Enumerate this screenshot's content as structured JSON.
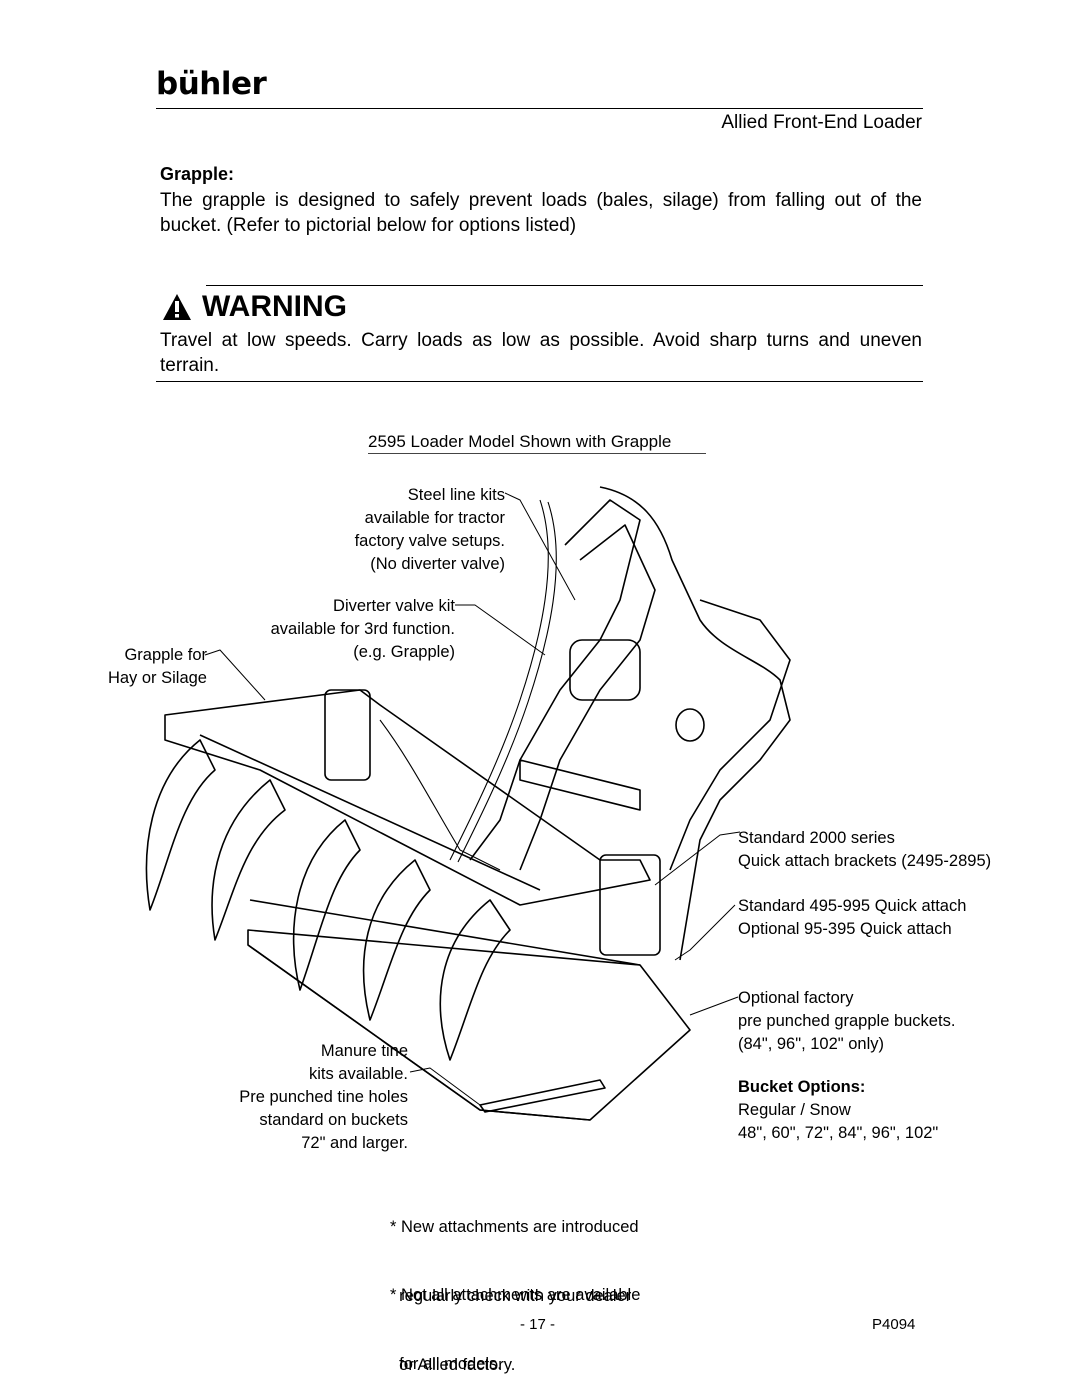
{
  "header": {
    "logo_text": "bühler",
    "subtitle": "Allied Front-End Loader"
  },
  "section": {
    "title": "Grapple:",
    "body": "The grapple is designed to safely prevent loads (bales, silage) from falling out of the bucket.  (Refer to pictorial below for options listed)"
  },
  "warning": {
    "icon": "warning-triangle-icon",
    "title": "WARNING",
    "body": "Travel at low speeds.  Carry loads as low as possible.  Avoid sharp turns and uneven terrain."
  },
  "figure": {
    "caption": "2595 Loader Model Shown with Grapple",
    "callouts": {
      "steel_line": [
        "Steel line kits",
        "available for tractor",
        "factory valve setups.",
        "(No diverter valve)"
      ],
      "diverter": [
        "Diverter valve kit",
        "available for 3rd function.",
        "(e.g. Grapple)"
      ],
      "grapple_for": [
        "Grapple for",
        "Hay or Silage"
      ],
      "standard_2000": [
        "Standard 2000 series",
        "Quick attach brackets (2495-2895)"
      ],
      "standard_495": [
        "Standard 495-995 Quick attach",
        "Optional 95-395 Quick attach"
      ],
      "optional_factory": [
        "Optional factory",
        "pre punched grapple buckets.",
        "(84\", 96\", 102\" only)"
      ],
      "bucket_options_title": "Bucket Options:",
      "bucket_options": [
        "Regular / Snow",
        "48\", 60\", 72\", 84\", 96\", 102\""
      ],
      "manure_tine": [
        "Manure tine",
        "kits available.",
        "Pre punched tine holes",
        "standard on buckets",
        "72\" and larger."
      ]
    },
    "notes": [
      [
        "* New attachments are introduced",
        "  regularly check with your dealer",
        "  or Allied factory."
      ],
      [
        "* Not all attachments are available",
        "  for all models."
      ]
    ]
  },
  "footer": {
    "page_number": "- 17 -",
    "doc_code": "P4094"
  }
}
